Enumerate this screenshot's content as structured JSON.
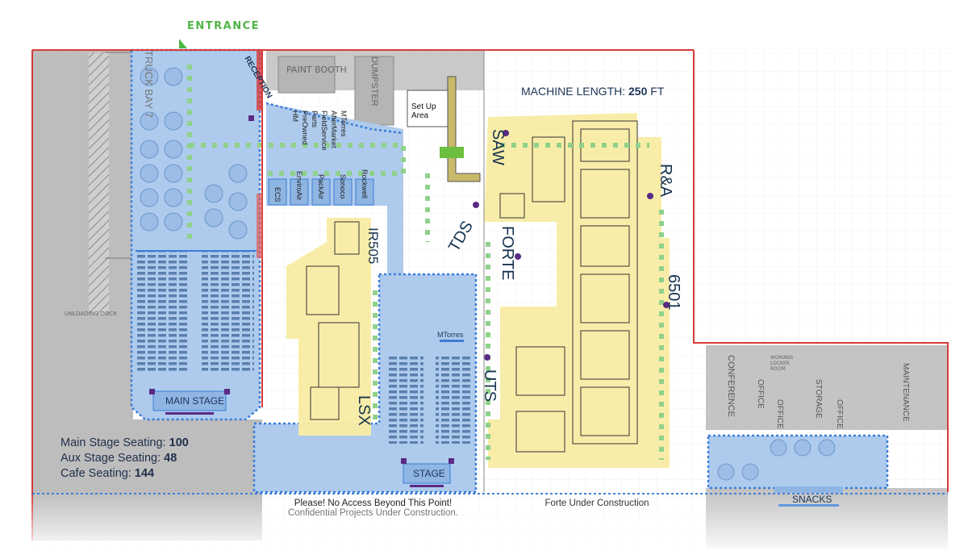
{
  "header": {
    "entrance_label": "ENTRANCE",
    "machine_length_prefix": "MACHINE LENGTH: ",
    "machine_length_value": "250",
    "machine_length_unit": " FT"
  },
  "areas": {
    "truck_bay": "TRUCK BAY 7",
    "reception": "RECEPTION",
    "paint_booth": "PAINT BOOTH",
    "dumpster": "DUMPSTER",
    "setup_area": "Set Up Area",
    "unloading_dock": "UNLOADING DOCK",
    "main_stage": "MAIN STAGE",
    "stage": "STAGE",
    "conference": "CONFERENCE",
    "office_1": "OFFICE",
    "office_2": "OFFICE",
    "storage": "STORAGE",
    "maintenance": "MAINTENANCE",
    "womens_locker": "WOMANS LOCKER ROOM",
    "snacks": "SNACKS"
  },
  "booths_top": [
    "MTorres",
    "AfterMarket",
    "FieldService",
    "Parts",
    "PreOwned",
    "HM"
  ],
  "booths_bottom": [
    "ECS",
    "EnviroAir",
    "PackAir",
    "Sonoco",
    "Rockwell"
  ],
  "stage_sponsor": "MTorres",
  "zones": {
    "saw": "SAW",
    "ra": "R&A",
    "tds": "TDS",
    "forte": "FORTE",
    "ir505": "IR505",
    "z6501": "6501",
    "uts": "UTS",
    "lsx": "LSX"
  },
  "seating": [
    {
      "label": "Main Stage Seating: ",
      "value": "100"
    },
    {
      "label": "Aux Stage Seating: ",
      "value": "48"
    },
    {
      "label": "Cafe Seating: ",
      "value": "144"
    }
  ],
  "notices": {
    "no_access_line1": "Please!   No Access Beyond This Point!",
    "no_access_line2": "Confidential Projects Under Construction.",
    "forte_construction": "Forte Under Construction"
  },
  "colors": {
    "blue_zone": "#a9c8ec",
    "yellow_zone": "#f8eca3",
    "gray_area": "#b9b9b9",
    "wall_red": "#d83a3a",
    "path_green": "#8fd18a",
    "dot_purple": "#5b2a86",
    "dashed_blue": "#3b7dd8"
  }
}
